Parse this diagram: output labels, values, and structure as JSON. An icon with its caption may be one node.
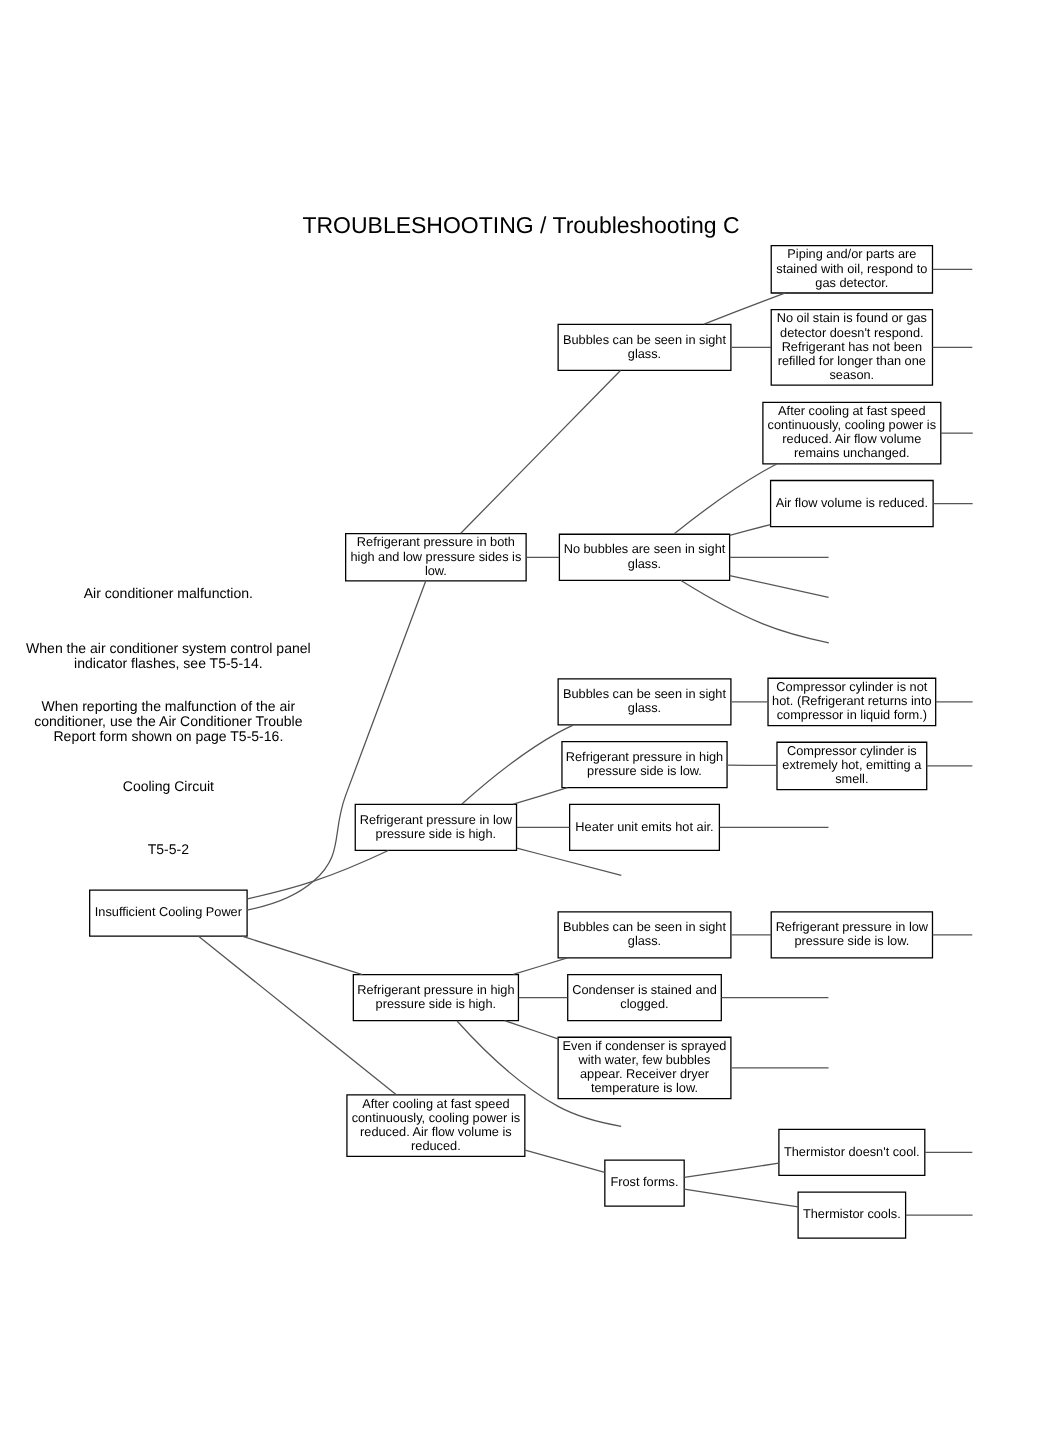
{
  "diagram": {
    "title": "TROUBLESHOOTING / Troubleshooting C",
    "nodes": [
      {
        "text": [
          "Insufficient Cooling Power"
        ]
      },
      {
        "text": [
          "Refrigerant pressure in both high and low pressure sides is low."
        ]
      },
      {
        "text": [
          "Bubbles can be seen in sight glass."
        ]
      },
      {
        "text": [
          "Piping and/or parts are stained with oil, respond to gas detector."
        ]
      },
      {
        "text": [
          "No oil stain is found or gas detector doesn't respond. Refrigerant has not been refilled for longer than one season."
        ]
      },
      {
        "text": [
          "No bubbles are seen in sight glass."
        ]
      },
      {
        "text": [
          "After cooling at fast speed continuously, cooling power is reduced. Air flow volume remains unchanged."
        ]
      },
      {
        "text": [
          "Air flow volume is reduced."
        ]
      },
      {
        "text": [
          "Refrigerant pressure in low pressure side is high."
        ]
      },
      {
        "text": [
          "Bubbles can be seen in sight glass."
        ]
      },
      {
        "text": [
          "Compressor cylinder is not hot. (Refrigerant returns into compressor in liquid form.)"
        ]
      },
      {
        "text": [
          "Refrigerant pressure in high pressure side is low."
        ]
      },
      {
        "text": [
          "Compressor cylinder is extremely hot, emitting a smell."
        ]
      },
      {
        "text": [
          "Heater unit emits hot air."
        ]
      },
      {
        "text": [
          "Refrigerant pressure in high pressure side is high."
        ]
      },
      {
        "text": [
          "Bubbles can be seen in sight glass."
        ]
      },
      {
        "text": [
          "Refrigerant pressure in low pressure side is low."
        ]
      },
      {
        "text": [
          "Condenser is stained and clogged."
        ]
      },
      {
        "text": [
          "Even if condenser is sprayed with water, few bubbles appear. Receiver dryer temperature is low."
        ]
      },
      {
        "text": [
          "After cooling at fast speed continuously, cooling power is reduced. Air flow volume is reduced."
        ]
      },
      {
        "text": [
          "Frost forms."
        ]
      },
      {
        "text": [
          "Thermistor doesn't cool."
        ]
      },
      {
        "text": [
          "Thermistor cools."
        ]
      }
    ],
    "edges": [
      {
        "from": 0,
        "to": 1,
        "arrow": "none"
      },
      {
        "from": 0,
        "to": 8,
        "arrow": "none"
      },
      {
        "from": 0,
        "to": 14,
        "arrow": "none"
      },
      {
        "from": 0,
        "to": 19,
        "arrow": "none"
      },
      {
        "from": 1,
        "to": 2,
        "arrow": "none"
      },
      {
        "from": 1,
        "to": 5,
        "arrow": "none"
      },
      {
        "from": 2,
        "to": 3,
        "arrow": "none"
      },
      {
        "from": 2,
        "to": 4,
        "arrow": "none"
      },
      {
        "from": 3,
        "to": null,
        "arrow": "none"
      },
      {
        "from": 4,
        "to": null,
        "arrow": "none"
      },
      {
        "from": 5,
        "to": null,
        "arrow": "none"
      },
      {
        "from": 5,
        "to": null,
        "arrow": "none"
      },
      {
        "from": 5,
        "to": null,
        "arrow": "none"
      },
      {
        "from": 5,
        "to": 6,
        "arrow": "none"
      },
      {
        "from": 5,
        "to": 7,
        "arrow": "none"
      },
      {
        "from": 6,
        "to": null,
        "arrow": "none"
      },
      {
        "from": 7,
        "to": null,
        "arrow": "none"
      },
      {
        "from": 8,
        "to": 9,
        "arrow": "none"
      },
      {
        "from": 8,
        "to": 11,
        "arrow": "none"
      },
      {
        "from": 8,
        "to": 13,
        "arrow": "none"
      },
      {
        "from": 8,
        "to": null,
        "arrow": "none"
      },
      {
        "from": 9,
        "to": 10,
        "arrow": "none"
      },
      {
        "from": 10,
        "to": null,
        "arrow": "none"
      },
      {
        "from": 11,
        "to": 12,
        "arrow": "none"
      },
      {
        "from": 12,
        "to": null,
        "arrow": "none"
      },
      {
        "from": 13,
        "to": null,
        "arrow": "none"
      },
      {
        "from": 14,
        "to": 15,
        "arrow": "none"
      },
      {
        "from": 14,
        "to": 17,
        "arrow": "none"
      },
      {
        "from": 14,
        "to": 18,
        "arrow": "none"
      },
      {
        "from": 14,
        "to": null,
        "arrow": "none"
      },
      {
        "from": 15,
        "to": 16,
        "arrow": "none"
      },
      {
        "from": 16,
        "to": null,
        "arrow": "none"
      },
      {
        "from": 17,
        "to": null,
        "arrow": "none"
      },
      {
        "from": 18,
        "to": null,
        "arrow": "none"
      },
      {
        "from": 19,
        "to": 20,
        "arrow": "none"
      },
      {
        "from": 20,
        "to": 21,
        "arrow": "none"
      },
      {
        "from": 20,
        "to": 22,
        "arrow": "none"
      },
      {
        "from": 21,
        "to": null,
        "arrow": "none"
      },
      {
        "from": 22,
        "to": null,
        "arrow": "none"
      }
    ],
    "labels": [
      "Air conditioner malfunction.",
      "When the air conditioner system control panel indicator flashes, see T5-5-14.",
      "When reporting the malfunction of the air conditioner, use the Air Conditioner Trouble Report form shown on page T5-5-16.",
      "Cooling Circuit",
      "T5-5-2"
    ]
  }
}
